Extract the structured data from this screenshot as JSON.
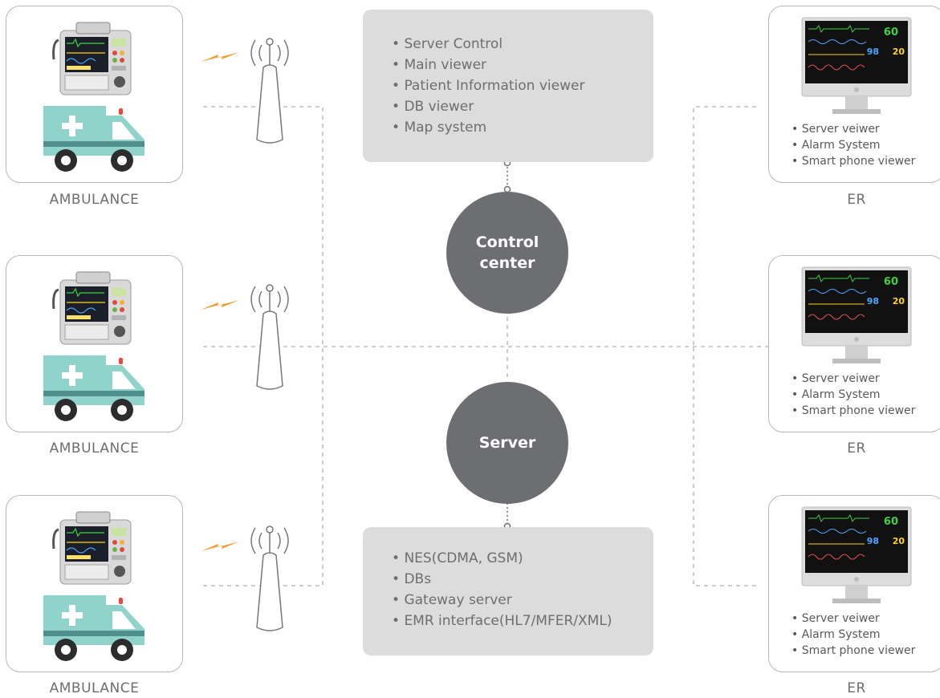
{
  "ambulances": [
    {
      "label": "AMBULANCE"
    },
    {
      "label": "AMBULANCE"
    },
    {
      "label": "AMBULANCE"
    }
  ],
  "er_stations": [
    {
      "label": "ER",
      "items": [
        "Server veiwer",
        "Alarm System",
        "Smart phone viewer"
      ]
    },
    {
      "label": "ER",
      "items": [
        "Server veiwer",
        "Alarm System",
        "Smart phone viewer"
      ]
    },
    {
      "label": "ER",
      "items": [
        "Server veiwer",
        "Alarm System",
        "Smart phone viewer"
      ]
    }
  ],
  "control_center": {
    "label_line1": "Control",
    "label_line2": "center",
    "features": [
      "Server Control",
      "Main viewer",
      "Patient Information viewer",
      "DB viewer",
      "Map system"
    ]
  },
  "server": {
    "label": "Server",
    "features": [
      "NES(CDMA, GSM)",
      "DBs",
      "Gateway server",
      "EMR interface(HL7/MFER/XML)"
    ]
  },
  "monitor_readouts": {
    "hr": "60",
    "spo2": "98",
    "resp": "20"
  },
  "colors": {
    "node_fill": "#6d6e71",
    "box_fill": "#dcdcdc",
    "ambulance_body": "#8fd3cb",
    "ambulance_stripe": "#4f8f8c",
    "signal_bolt": "#f39a2b",
    "card_border": "#b7b7b7",
    "dashed_line": "#b0b0b0"
  }
}
